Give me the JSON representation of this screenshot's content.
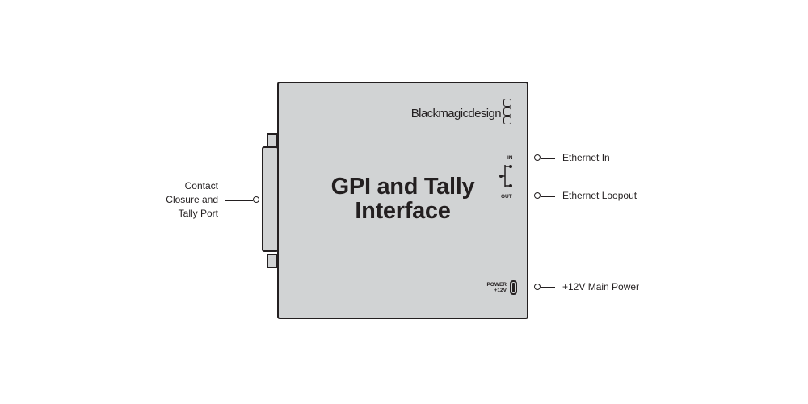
{
  "device": {
    "title_line1": "GPI and Tally",
    "title_line2": "Interface",
    "brand": "Blackmagicdesign"
  },
  "ports": {
    "in_label": "IN",
    "out_label": "OUT",
    "power_label_line1": "POWER",
    "power_label_line2": "+12V"
  },
  "callouts": {
    "contact_line1": "Contact",
    "contact_line2": "Closure and",
    "contact_line3": "Tally Port",
    "ethernet_in": "Ethernet In",
    "ethernet_loopout": "Ethernet Loopout",
    "main_power": "+12V Main Power"
  },
  "colors": {
    "device_fill": "#d1d3d4",
    "outline": "#231f20",
    "background": "#ffffff"
  }
}
